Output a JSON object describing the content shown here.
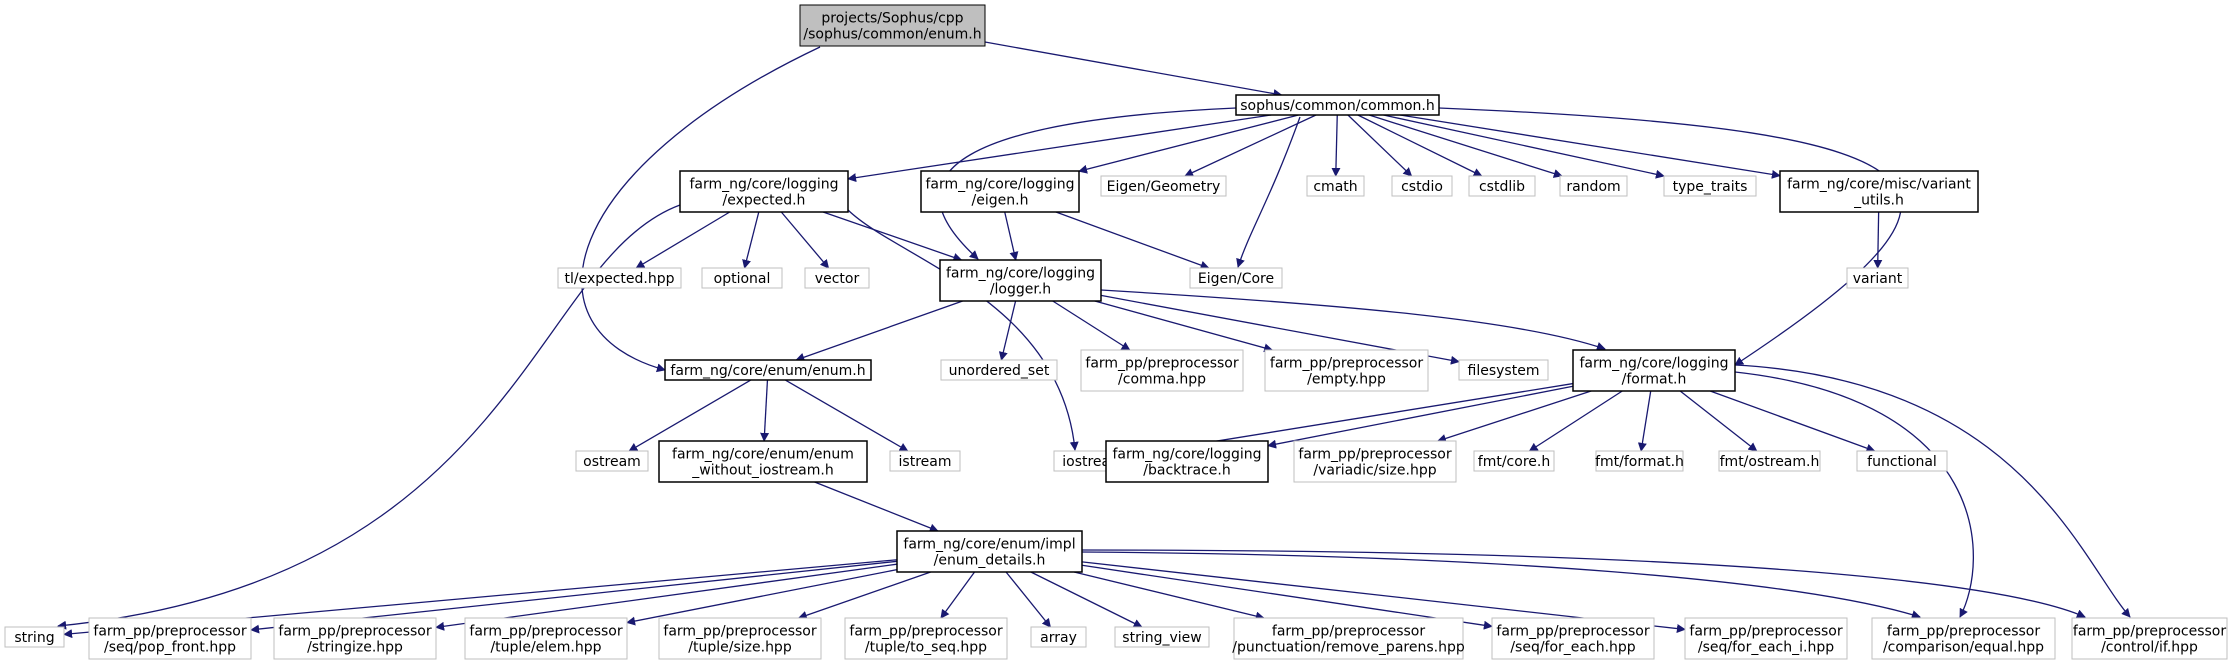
{
  "colors": {
    "edge": "#191970",
    "root_fill": "#bfbfbf",
    "root_border": "#000000",
    "local_border": "#000000",
    "external_border": "#bfbfbf",
    "background": "#ffffff"
  },
  "nodes": [
    {
      "id": "root",
      "kind": "root",
      "lines": [
        "projects/Sophus/cpp",
        "/sophus/common/enum.h"
      ]
    },
    {
      "id": "common_h",
      "kind": "local",
      "lines": [
        "sophus/common/common.h"
      ]
    },
    {
      "id": "expected_h",
      "kind": "local",
      "lines": [
        "farm_ng/core/logging",
        "/expected.h"
      ]
    },
    {
      "id": "eigen_h",
      "kind": "local",
      "lines": [
        "farm_ng/core/logging",
        "/eigen.h"
      ]
    },
    {
      "id": "eigen_geometry",
      "kind": "external",
      "lines": [
        "Eigen/Geometry"
      ]
    },
    {
      "id": "cmath",
      "kind": "external",
      "lines": [
        "cmath"
      ]
    },
    {
      "id": "cstdio",
      "kind": "external",
      "lines": [
        "cstdio"
      ]
    },
    {
      "id": "cstdlib",
      "kind": "external",
      "lines": [
        "cstdlib"
      ]
    },
    {
      "id": "random",
      "kind": "external",
      "lines": [
        "random"
      ]
    },
    {
      "id": "type_traits",
      "kind": "external",
      "lines": [
        "type_traits"
      ]
    },
    {
      "id": "variant_utils_h",
      "kind": "local",
      "lines": [
        "farm_ng/core/misc/variant",
        "_utils.h"
      ]
    },
    {
      "id": "tl_expected",
      "kind": "external",
      "lines": [
        "tl/expected.hpp"
      ]
    },
    {
      "id": "optional",
      "kind": "external",
      "lines": [
        "optional"
      ]
    },
    {
      "id": "vector",
      "kind": "external",
      "lines": [
        "vector"
      ]
    },
    {
      "id": "logger_h",
      "kind": "local",
      "lines": [
        "farm_ng/core/logging",
        "/logger.h"
      ]
    },
    {
      "id": "eigen_core",
      "kind": "external",
      "lines": [
        "Eigen/Core"
      ]
    },
    {
      "id": "variant",
      "kind": "external",
      "lines": [
        "variant"
      ]
    },
    {
      "id": "enum_h",
      "kind": "local",
      "lines": [
        "farm_ng/core/enum/enum.h"
      ]
    },
    {
      "id": "unordered_set",
      "kind": "external",
      "lines": [
        "unordered_set"
      ]
    },
    {
      "id": "pp_comma",
      "kind": "external",
      "lines": [
        "farm_pp/preprocessor",
        "/comma.hpp"
      ]
    },
    {
      "id": "pp_empty",
      "kind": "external",
      "lines": [
        "farm_pp/preprocessor",
        "/empty.hpp"
      ]
    },
    {
      "id": "filesystem",
      "kind": "external",
      "lines": [
        "filesystem"
      ]
    },
    {
      "id": "format_h",
      "kind": "local",
      "lines": [
        "farm_ng/core/logging",
        "/format.h"
      ]
    },
    {
      "id": "ostream",
      "kind": "external",
      "lines": [
        "ostream"
      ]
    },
    {
      "id": "enum_without_iostream_h",
      "kind": "local",
      "lines": [
        "farm_ng/core/enum/enum",
        "_without_iostream.h"
      ]
    },
    {
      "id": "istream",
      "kind": "external",
      "lines": [
        "istream"
      ]
    },
    {
      "id": "iostream",
      "kind": "external",
      "lines": [
        "iostream"
      ]
    },
    {
      "id": "backtrace_h",
      "kind": "local",
      "lines": [
        "farm_ng/core/logging",
        "/backtrace.h"
      ]
    },
    {
      "id": "pp_variadic_size",
      "kind": "external",
      "lines": [
        "farm_pp/preprocessor",
        "/variadic/size.hpp"
      ]
    },
    {
      "id": "fmt_core",
      "kind": "external",
      "lines": [
        "fmt/core.h"
      ]
    },
    {
      "id": "fmt_format",
      "kind": "external",
      "lines": [
        "fmt/format.h"
      ]
    },
    {
      "id": "fmt_ostream",
      "kind": "external",
      "lines": [
        "fmt/ostream.h"
      ]
    },
    {
      "id": "functional",
      "kind": "external",
      "lines": [
        "functional"
      ]
    },
    {
      "id": "enum_details_h",
      "kind": "local",
      "lines": [
        "farm_ng/core/enum/impl",
        "/enum_details.h"
      ]
    },
    {
      "id": "string",
      "kind": "external",
      "lines": [
        "string"
      ]
    },
    {
      "id": "pp_pop_front",
      "kind": "external",
      "lines": [
        "farm_pp/preprocessor",
        "/seq/pop_front.hpp"
      ]
    },
    {
      "id": "pp_stringize",
      "kind": "external",
      "lines": [
        "farm_pp/preprocessor",
        "/stringize.hpp"
      ]
    },
    {
      "id": "pp_tuple_elem",
      "kind": "external",
      "lines": [
        "farm_pp/preprocessor",
        "/tuple/elem.hpp"
      ]
    },
    {
      "id": "pp_tuple_size",
      "kind": "external",
      "lines": [
        "farm_pp/preprocessor",
        "/tuple/size.hpp"
      ]
    },
    {
      "id": "pp_tuple_to_seq",
      "kind": "external",
      "lines": [
        "farm_pp/preprocessor",
        "/tuple/to_seq.hpp"
      ]
    },
    {
      "id": "array",
      "kind": "external",
      "lines": [
        "array"
      ]
    },
    {
      "id": "string_view",
      "kind": "external",
      "lines": [
        "string_view"
      ]
    },
    {
      "id": "pp_remove_parens",
      "kind": "external",
      "lines": [
        "farm_pp/preprocessor",
        "/punctuation/remove_parens.hpp"
      ]
    },
    {
      "id": "pp_for_each",
      "kind": "external",
      "lines": [
        "farm_pp/preprocessor",
        "/seq/for_each.hpp"
      ]
    },
    {
      "id": "pp_for_each_i",
      "kind": "external",
      "lines": [
        "farm_pp/preprocessor",
        "/seq/for_each_i.hpp"
      ]
    },
    {
      "id": "pp_equal",
      "kind": "external",
      "lines": [
        "farm_pp/preprocessor",
        "/comparison/equal.hpp"
      ]
    },
    {
      "id": "pp_if",
      "kind": "external",
      "lines": [
        "farm_pp/preprocessor",
        "/control/if.hpp"
      ]
    }
  ],
  "edges": [
    [
      "root",
      "common_h"
    ],
    [
      "root",
      "enum_h"
    ],
    [
      "common_h",
      "expected_h"
    ],
    [
      "common_h",
      "eigen_h"
    ],
    [
      "common_h",
      "eigen_geometry"
    ],
    [
      "common_h",
      "cmath"
    ],
    [
      "common_h",
      "cstdio"
    ],
    [
      "common_h",
      "cstdlib"
    ],
    [
      "common_h",
      "random"
    ],
    [
      "common_h",
      "type_traits"
    ],
    [
      "common_h",
      "variant_utils_h"
    ],
    [
      "common_h",
      "logger_h"
    ],
    [
      "common_h",
      "eigen_core"
    ],
    [
      "common_h",
      "format_h"
    ],
    [
      "expected_h",
      "tl_expected"
    ],
    [
      "expected_h",
      "optional"
    ],
    [
      "expected_h",
      "vector"
    ],
    [
      "expected_h",
      "logger_h"
    ],
    [
      "expected_h",
      "iostream"
    ],
    [
      "expected_h",
      "string"
    ],
    [
      "eigen_h",
      "logger_h"
    ],
    [
      "eigen_h",
      "eigen_core"
    ],
    [
      "variant_utils_h",
      "variant"
    ],
    [
      "logger_h",
      "enum_h"
    ],
    [
      "logger_h",
      "unordered_set"
    ],
    [
      "logger_h",
      "pp_comma"
    ],
    [
      "logger_h",
      "pp_empty"
    ],
    [
      "logger_h",
      "filesystem"
    ],
    [
      "logger_h",
      "format_h"
    ],
    [
      "enum_h",
      "ostream"
    ],
    [
      "enum_h",
      "enum_without_iostream_h"
    ],
    [
      "enum_h",
      "istream"
    ],
    [
      "enum_without_iostream_h",
      "enum_details_h"
    ],
    [
      "format_h",
      "iostream"
    ],
    [
      "format_h",
      "backtrace_h"
    ],
    [
      "format_h",
      "pp_variadic_size"
    ],
    [
      "format_h",
      "fmt_core"
    ],
    [
      "format_h",
      "fmt_format"
    ],
    [
      "format_h",
      "fmt_ostream"
    ],
    [
      "format_h",
      "functional"
    ],
    [
      "format_h",
      "pp_equal"
    ],
    [
      "format_h",
      "pp_if"
    ],
    [
      "enum_details_h",
      "string"
    ],
    [
      "enum_details_h",
      "pp_pop_front"
    ],
    [
      "enum_details_h",
      "pp_stringize"
    ],
    [
      "enum_details_h",
      "pp_tuple_elem"
    ],
    [
      "enum_details_h",
      "pp_tuple_size"
    ],
    [
      "enum_details_h",
      "pp_tuple_to_seq"
    ],
    [
      "enum_details_h",
      "array"
    ],
    [
      "enum_details_h",
      "string_view"
    ],
    [
      "enum_details_h",
      "pp_remove_parens"
    ],
    [
      "enum_details_h",
      "pp_for_each"
    ],
    [
      "enum_details_h",
      "pp_for_each_i"
    ],
    [
      "enum_details_h",
      "pp_equal"
    ],
    [
      "enum_details_h",
      "pp_if"
    ]
  ]
}
